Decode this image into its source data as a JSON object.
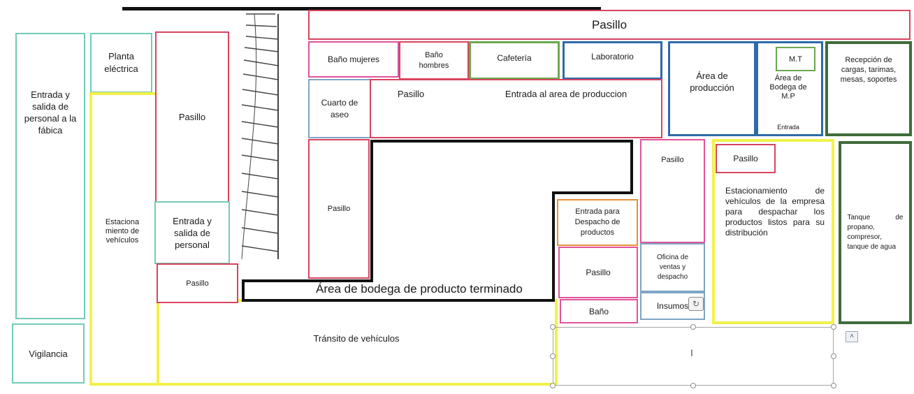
{
  "rooms": {
    "pasillo_top": "Pasillo",
    "entrada_personal_fabrica": "Entrada y salida de personal a la fábica",
    "vigilancia": "Vigilancia",
    "planta_electrica": "Planta eléctrica",
    "estacionamiento_vehiculos": "Estaciona miento de vehículos",
    "pasillo_left": "Pasillo",
    "entrada_salida_personal": "Entrada y salida de personal",
    "pasillo_small": "Pasillo",
    "bano_mujeres": "Baño mujeres",
    "bano_hombres": "Baño hombres",
    "cafeteria": "Cafetería",
    "laboratorio": "Laboratorio",
    "cuarto_aseo": "Cuarto de aseo",
    "pasillo_mid": "Pasillo",
    "entrada_produccion": "Entrada al area de produccion",
    "area_produccion": "Área de producción",
    "mt": "M.T",
    "area_bodega_mp": "Área de Bodega de M.P",
    "entrada_mp": "Entrada",
    "recepcion_cargas": "Recepción de cargas, tarimas, mesas, soportes",
    "pasillo_vertical": "Pasillo",
    "bodega_producto": "Área de bodega de producto terminado",
    "entrada_despacho": "Entrada para Despacho de productos",
    "pasillo_despacho": "Pasillo",
    "bano": "Baño",
    "pasillo_right": "Pasillo",
    "oficina_ventas": "Oficina de ventas y despacho",
    "insumos": "Insumos",
    "pasillo_estacionamiento": "Pasillo",
    "estacionamiento_empresa": "Estacionamiento de vehículos de la empresa para despachar los productos listos para su distribución",
    "tanque": "Tanque de propano, compresor, tanque de agua",
    "transito": "Tránsito de vehículos"
  },
  "selection": {
    "cursor_text": "I"
  },
  "icons": {
    "stairs": "stairs-icon",
    "layout_options": "layout-options-icon",
    "scroll_up": "chevron-up-icon"
  },
  "colors": {
    "teal": "#72cbb5",
    "red": "#d9435f",
    "blue": "#2f6aa8",
    "green": "#6aa84f",
    "yellow": "#f2f24a",
    "black": "#111111"
  }
}
